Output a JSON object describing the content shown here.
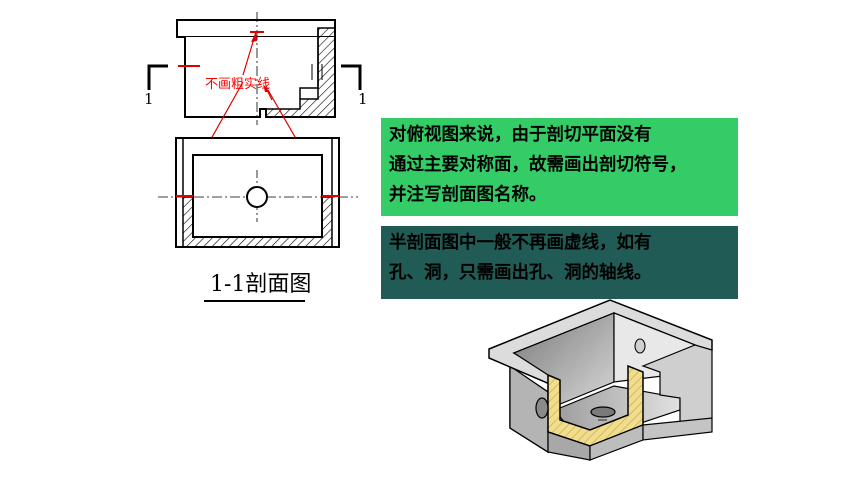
{
  "annotation": "不画粗实线",
  "section_mark_left": "1",
  "section_mark_right": "1",
  "view_caption": "1-1剖面图",
  "note_top": "对俯视图来说，由于剖切平面没有\n通过主要对称面，故需画出剖切符号，\n并注写剖面图名称。",
  "note_bottom": "半剖面图中一般不再画虚线，如有\n孔、洞，只需画出孔、洞的轴线。",
  "colors": {
    "note_top_bg": "#33cc66",
    "note_bottom_bg": "#215b55",
    "annotation": "#ff0000",
    "hatch_fill": "#f2dd8a"
  }
}
